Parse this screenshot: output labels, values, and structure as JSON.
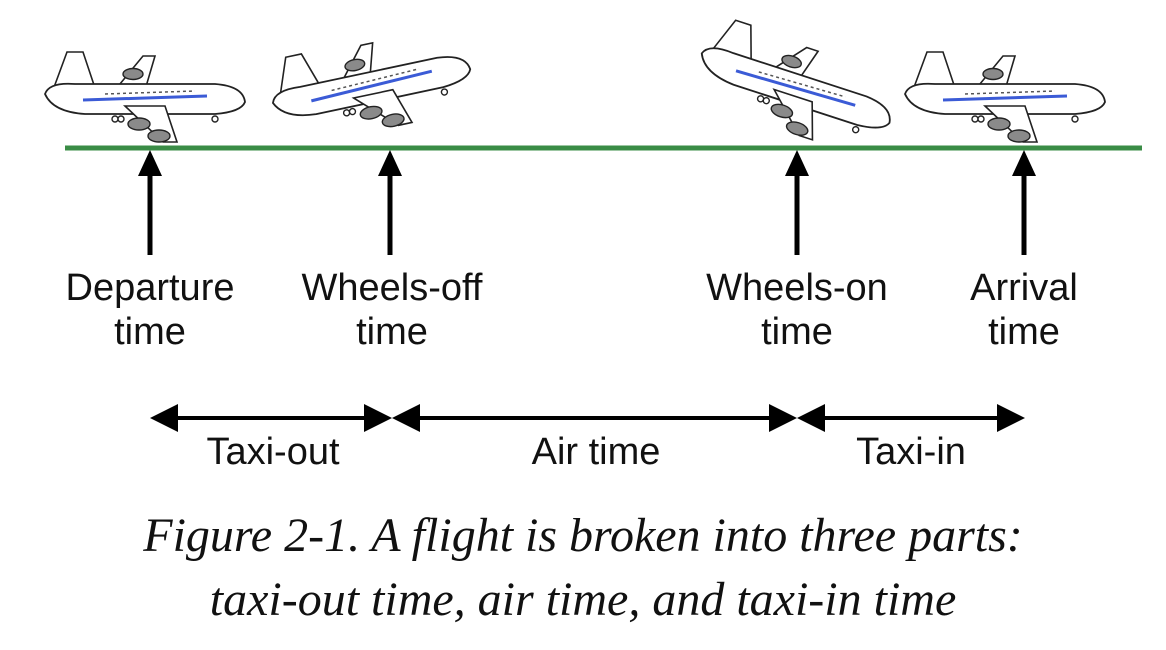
{
  "diagram": {
    "colors": {
      "ground": "#3a8c46",
      "ink": "#000000",
      "plane_body": "#ffffff",
      "plane_stripe": "#3b5bd6",
      "plane_engine": "#8a8a8a"
    },
    "events": [
      {
        "line1": "Departure",
        "line2": "time"
      },
      {
        "line1": "Wheels-off",
        "line2": "time"
      },
      {
        "line1": "Wheels-on",
        "line2": "time"
      },
      {
        "line1": "Arrival",
        "line2": "time"
      }
    ],
    "phases": [
      {
        "label": "Taxi-out"
      },
      {
        "label": "Air time"
      },
      {
        "label": "Taxi-in"
      }
    ],
    "planes": [
      {
        "icon": "airplane-icon",
        "state": "taxiing"
      },
      {
        "icon": "airplane-icon",
        "state": "takeoff"
      },
      {
        "icon": "airplane-icon",
        "state": "landing"
      },
      {
        "icon": "airplane-icon",
        "state": "taxiing"
      }
    ]
  },
  "caption": {
    "line1": "Figure 2-1. A flight is broken into three parts:",
    "line2": "taxi-out time, air time, and taxi-in time"
  }
}
